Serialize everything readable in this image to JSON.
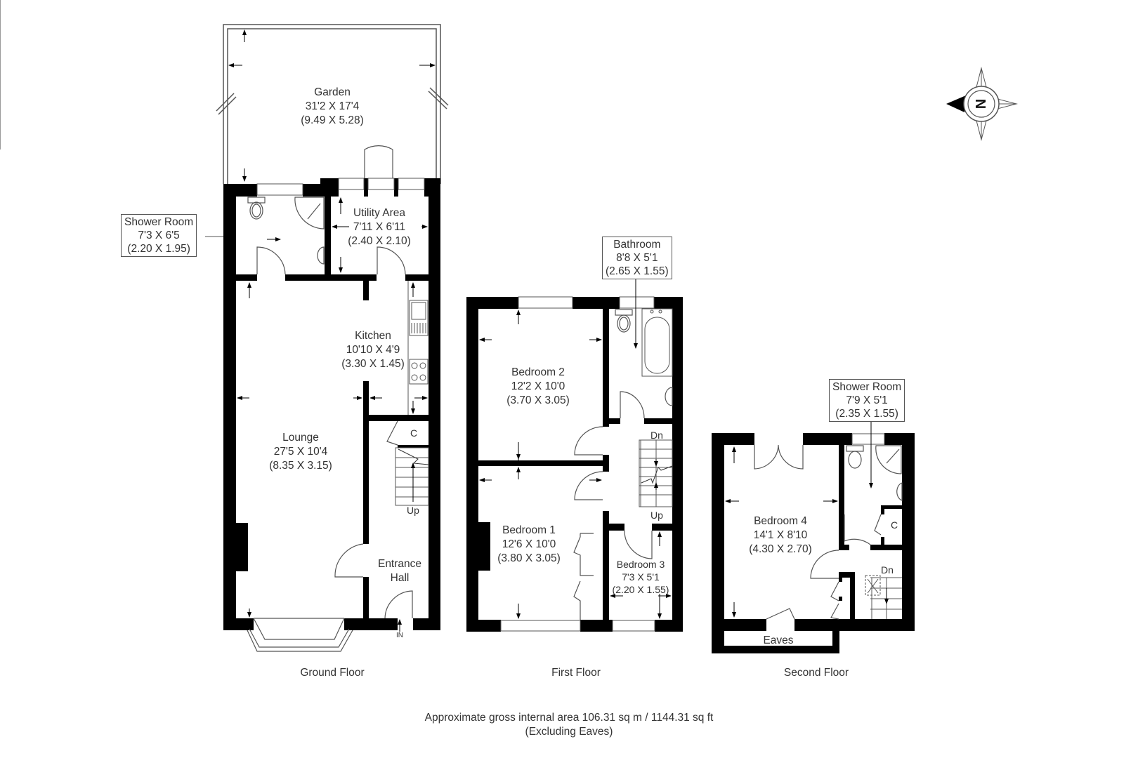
{
  "compass": {
    "icon": "compass-north-icon",
    "letter": "N",
    "pointing": "left"
  },
  "floors": [
    {
      "name": "Ground Floor",
      "rooms": [
        {
          "name": "Garden",
          "imperial": "31'2 X 17'4",
          "metric": "(9.49 X 5.28)"
        },
        {
          "name": "Utility Area",
          "imperial": "7'11 X 6'11",
          "metric": "(2.40 X 2.10)"
        },
        {
          "name": "Shower Room",
          "imperial": "7'3 X 6'5",
          "metric": "(2.20 X 1.95)"
        },
        {
          "name": "Kitchen",
          "imperial": "10'10 X 4'9",
          "metric": "(3.30 X 1.45)"
        },
        {
          "name": "Lounge",
          "imperial": "27'5 X 10'4",
          "metric": "(8.35 X 3.15)"
        },
        {
          "name_line1": "Entrance",
          "name_line2": "Hall"
        }
      ],
      "markers": {
        "cupboard": "C",
        "stairs_up": "Up",
        "entrance": "IN"
      }
    },
    {
      "name": "First Floor",
      "rooms": [
        {
          "name": "Bathroom",
          "imperial": "8'8 X 5'1",
          "metric": "(2.65 X 1.55)"
        },
        {
          "name": "Bedroom 2",
          "imperial": "12'2 X 10'0",
          "metric": "(3.70 X 3.05)"
        },
        {
          "name": "Bedroom 1",
          "imperial": "12'6 X 10'0",
          "metric": "(3.80 X 3.05)"
        },
        {
          "name": "Bedroom 3",
          "imperial": "7'3 X 5'1",
          "metric": "(2.20 X 1.55)"
        }
      ],
      "markers": {
        "stairs_down": "Dn",
        "stairs_up": "Up"
      }
    },
    {
      "name": "Second Floor",
      "rooms": [
        {
          "name": "Shower Room",
          "imperial": "7'9 X 5'1",
          "metric": "(2.35 X 1.55)"
        },
        {
          "name": "Bedroom 4",
          "imperial": "14'1 X 8'10",
          "metric": "(4.30 X 2.70)"
        },
        {
          "name": "Eaves"
        }
      ],
      "markers": {
        "cupboard": "C",
        "stairs_down": "Dn"
      }
    }
  ],
  "footer": {
    "area": "Approximate gross internal area 106.31 sq m / 1144.31 sq ft",
    "note": "(Excluding Eaves)"
  },
  "colors": {
    "wall": "#000000",
    "line": "#555555",
    "text": "#333333",
    "background": "#ffffff"
  }
}
